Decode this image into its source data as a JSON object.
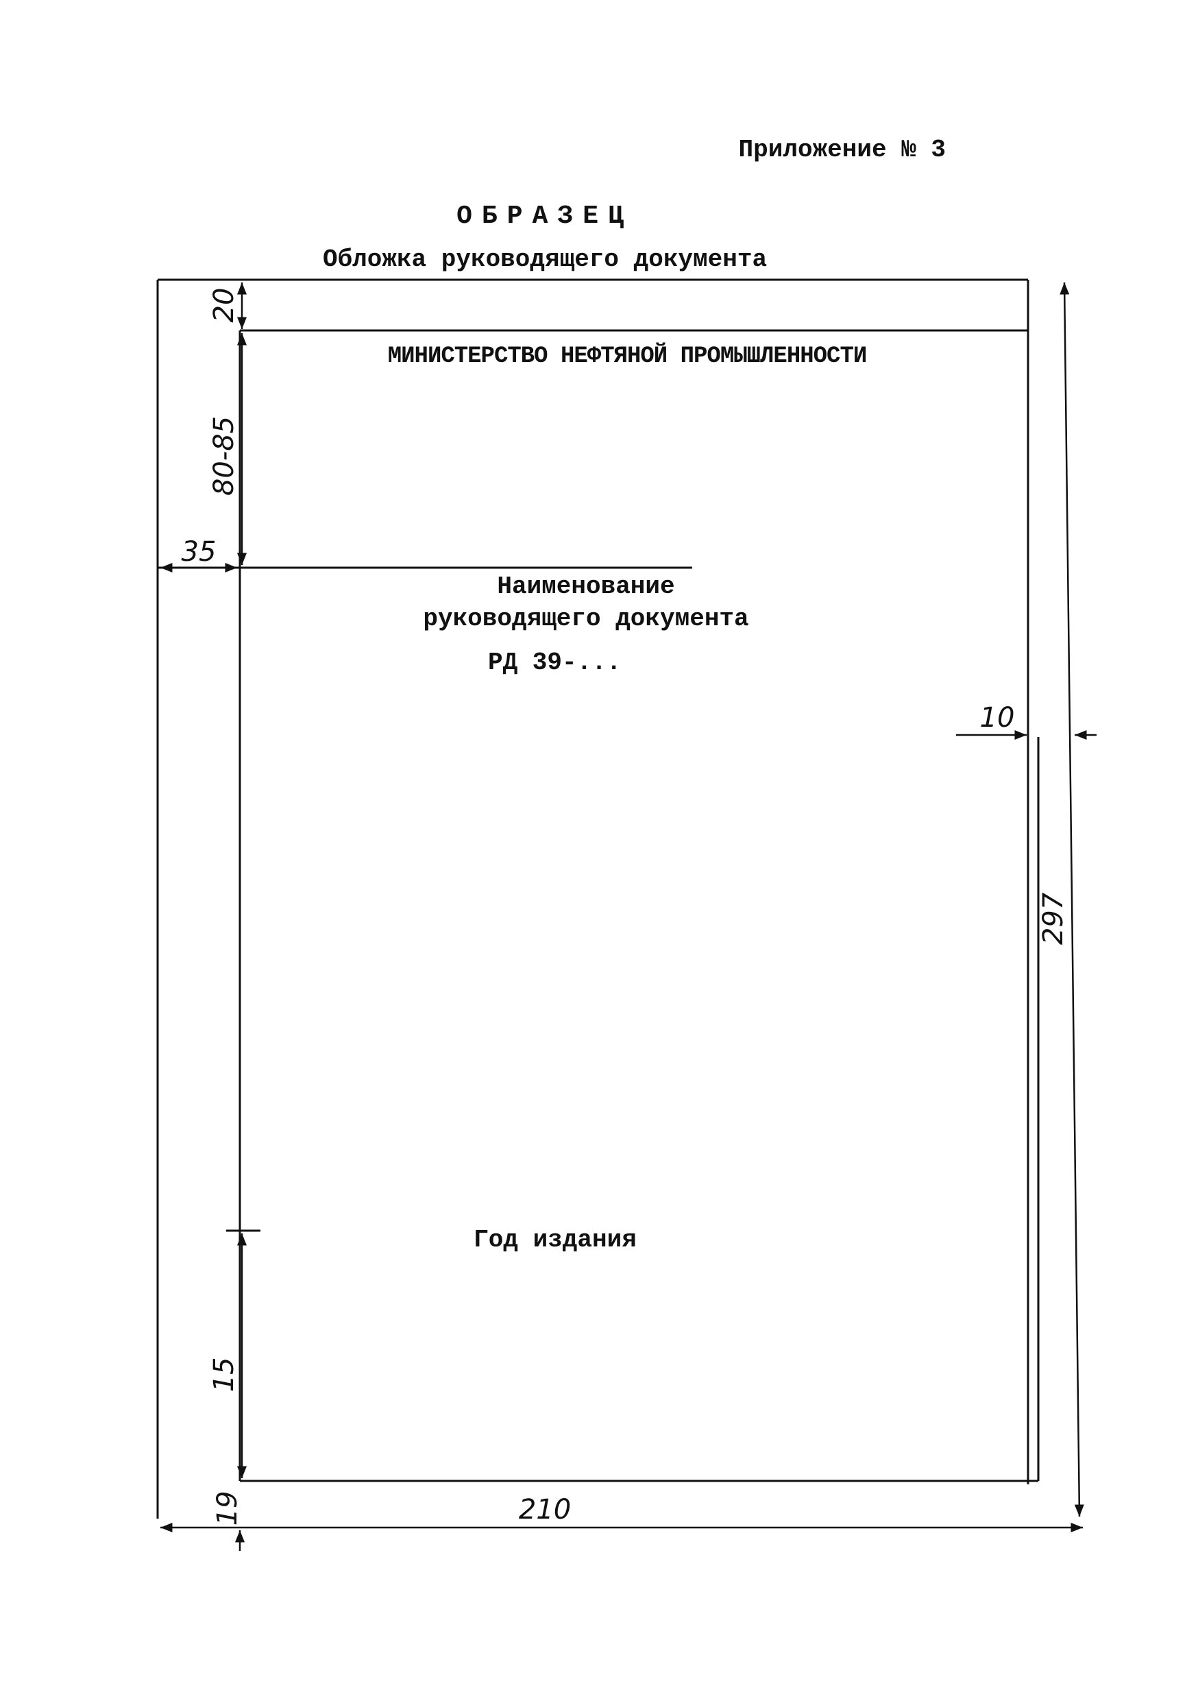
{
  "header": {
    "appendix": "Приложение № 3",
    "sample": "ОБРАЗЕЦ",
    "subtitle": "Обложка руководящего документа"
  },
  "cover": {
    "ministry": "МИНИСТЕРСТВО НЕФТЯНОЙ ПРОМЫШЛЕННОСТИ",
    "name_line1": "Наименование",
    "name_line2": "руководящего документа",
    "doc_code": "РД 39-...",
    "year": "Год издания"
  },
  "dimensions": {
    "top_margin": "20",
    "title_block": "80-85",
    "left_margin": "35",
    "right_margin": "10",
    "height": "297",
    "bottom_block": "15",
    "bottom_margin": "19",
    "width": "210"
  }
}
